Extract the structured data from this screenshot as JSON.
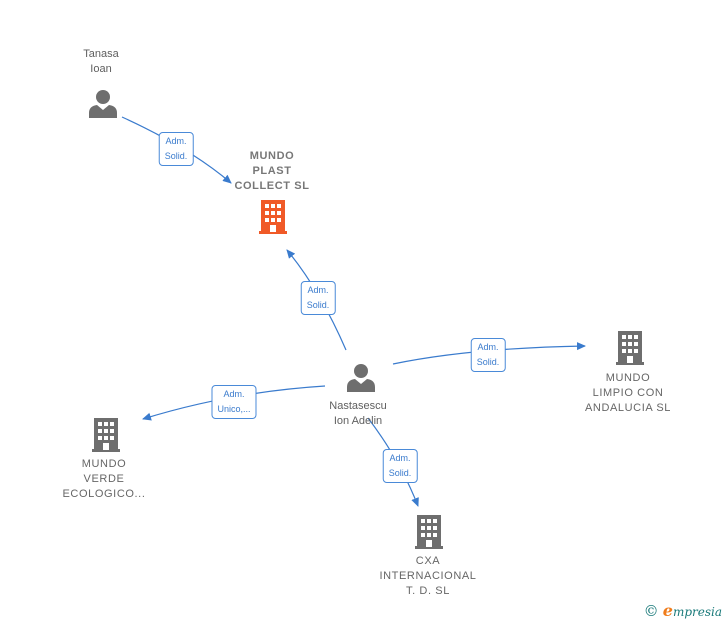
{
  "nodes": {
    "tanasa": {
      "label": "Tanasa\nIoan",
      "icon": "person-icon"
    },
    "mundo_plast": {
      "label": "MUNDO\nPLAST\nCOLLECT  SL",
      "icon": "building-icon",
      "color": "#f05a28"
    },
    "nastasescu": {
      "label": "Nastasescu\nIon Adelin",
      "icon": "person-icon"
    },
    "mundo_limpio": {
      "label": "MUNDO\nLIMPIO CON\nANDALUCIA  SL",
      "icon": "building-icon"
    },
    "mundo_verde": {
      "label": "MUNDO\nVERDE\nECOLOGICO...",
      "icon": "building-icon"
    },
    "cxa": {
      "label": "CXA\nINTERNACIONAL\nT. D.  SL",
      "icon": "building-icon"
    }
  },
  "edges": {
    "tanasa_to_plast": "Adm.\nSolid.",
    "nastasescu_to_plast": "Adm.\nSolid.",
    "nastasescu_to_limpio": "Adm.\nSolid.",
    "nastasescu_to_verde": "Adm.\nUnico,...",
    "nastasescu_to_cxa": "Adm.\nSolid."
  },
  "colors": {
    "edge": "#3a7bcd",
    "person": "#6e6e6e",
    "building": "#6e6e6e",
    "focus": "#f05a28"
  },
  "brand": {
    "copyright": "©",
    "initial": "e",
    "name": "mpresia"
  }
}
